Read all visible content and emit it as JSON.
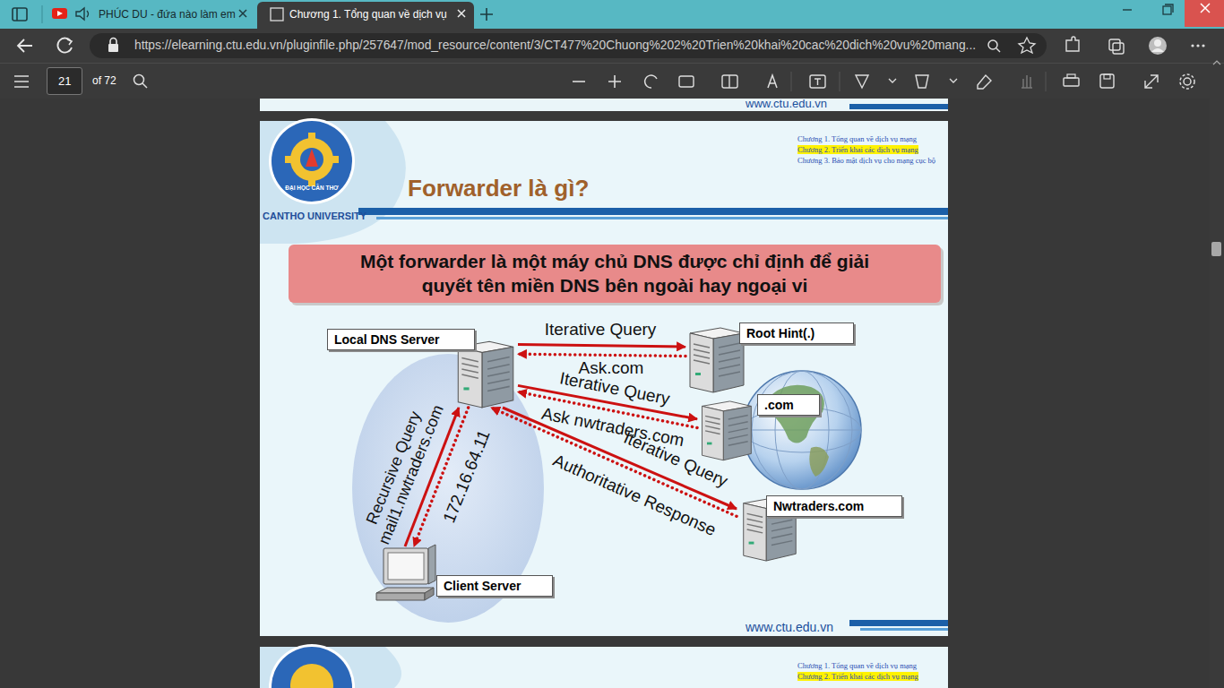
{
  "diagram": {
    "title": "Forwarder là gì?",
    "nodes": [
      {
        "text": [
          "Một forwarder là một máy chủ DNS được chỉ định để giải quyết tên miền DNS bên ngoài hay ngoại vi"
        ]
      },
      {
        "text": [
          "Local DNS Server"
        ]
      },
      {
        "text": [
          "Root Hint(.)"
        ]
      },
      {
        "text": [
          ".com"
        ]
      },
      {
        "text": [
          "Nwtraders.com"
        ]
      },
      {
        "text": [
          "Client Server"
        ]
      }
    ],
    "edges": [
      {
        "from": 1,
        "to": 2,
        "label": "Iterative Query",
        "arrow": "to"
      },
      {
        "from": 2,
        "to": 1,
        "label": "Ask.com",
        "arrow": "to"
      },
      {
        "from": 1,
        "to": 3,
        "label": "Iterative Query",
        "arrow": "to"
      },
      {
        "from": 3,
        "to": 1,
        "label": "Ask nwtraders.com",
        "arrow": "to"
      },
      {
        "from": 1,
        "to": 4,
        "label": "Iterative Query",
        "arrow": "to"
      },
      {
        "from": 4,
        "to": 1,
        "label": "Authoritative Response",
        "arrow": "to"
      },
      {
        "from": 5,
        "to": 1,
        "label": "Recursive Query mail1.nwtraders.com",
        "arrow": "to"
      },
      {
        "from": 1,
        "to": 5,
        "label": "172.16.64.11",
        "arrow": "to"
      }
    ],
    "labels": [
      "PHÚC DU - đứa nào làm em",
      "Chương 1. Tổng quan về dịch vụ",
      "https://elearning.ctu.edu.vn/pluginfile.php/257647/mod_resource/content/3/CT477%20Chuong%202%20Trien%20khai%20cac%20dich%20vu%20mang...",
      "21",
      "of 72",
      "www.ctu.edu.vn",
      "Chương 1. Tổng quan về dịch vụ mạng",
      "Chương 2. Triển khai các dịch vụ mạng",
      "Chương 3. Bảo mật dịch vụ cho mạng cục bộ",
      "ĐẠI HỌC CẦN THƠ",
      "CANTHO UNIVERSITY",
      "www.ctu.edu.vn",
      "Chương 1. Tổng quan về dịch vụ mạng",
      "Chương 2. Triển khai các dịch vụ mạng"
    ]
  }
}
